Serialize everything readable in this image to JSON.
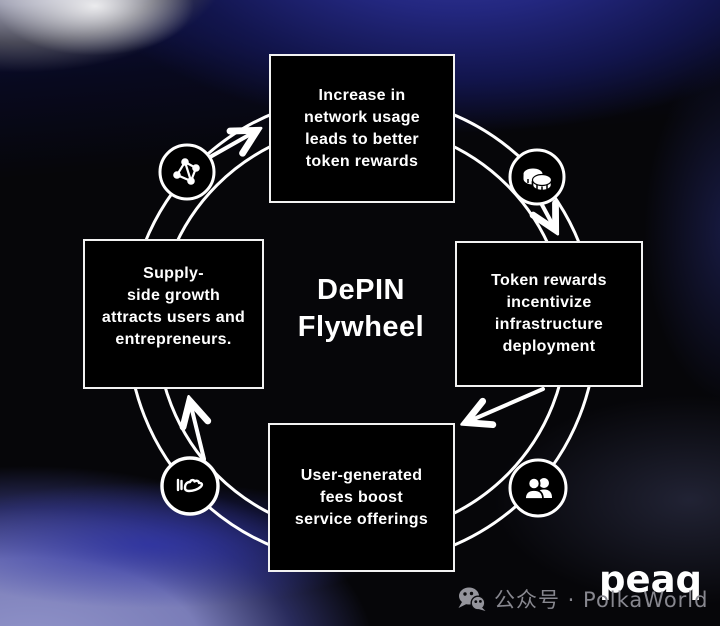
{
  "diagram": {
    "title": {
      "line1": "DePIN",
      "line2": "Flywheel"
    },
    "flow_direction": "clockwise",
    "boxes": {
      "top": {
        "label": "Increase in network usage leads to better token rewards",
        "lines": [
          "Increase in",
          "network usage",
          "leads to better",
          "token rewards"
        ]
      },
      "right": {
        "label": "Token rewards incentivize infrastructure deployment",
        "lines": [
          "Token rewards",
          "incentivize",
          "infrastructure",
          "deployment"
        ]
      },
      "bottom": {
        "label": "User-generated fees boost service offerings",
        "lines": [
          "User-generated",
          "fees boost",
          "service offerings"
        ]
      },
      "left": {
        "label": "Supply-side growth attracts users and entrepreneurs.",
        "lines": [
          "Supply-",
          "side growth",
          "attracts users and",
          "entrepreneurs."
        ]
      }
    },
    "icons": [
      {
        "name": "network-nodes-icon",
        "position": "top-left"
      },
      {
        "name": "coins-icon",
        "position": "top-right"
      },
      {
        "name": "users-icon",
        "position": "bottom-right"
      },
      {
        "name": "receiving-hand-icon",
        "position": "bottom-left"
      }
    ],
    "colors": {
      "box_background": "#000000",
      "box_border": "#f2f2f2",
      "stroke": "#ffffff",
      "text": "#ffffff",
      "background_base": "#060609",
      "background_blue": "#23277f",
      "background_lavender": "#8487c7"
    }
  },
  "watermark": {
    "wechat_icon": "wechat-icon",
    "label": "公众号 · PolkaWorld",
    "color": "#87878f"
  },
  "brand": {
    "logo_text": "peaq",
    "color": "#ffffff"
  }
}
